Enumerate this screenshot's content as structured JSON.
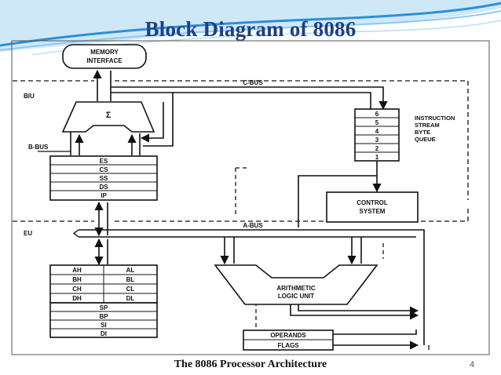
{
  "slide": {
    "title": "Block Diagram of 8086",
    "footer": "The 8086 Processor Architecture",
    "page_number": "4"
  },
  "diagram": {
    "memory_interface": [
      "MEMORY",
      "INTERFACE"
    ],
    "biu_label": "BIU",
    "eu_label": "EU",
    "c_bus_label": "C-BUS",
    "b_bus_label": "B-BUS",
    "a_bus_label": "A-BUS",
    "adder_symbol": "Σ",
    "segment_registers": [
      "ES",
      "CS",
      "SS",
      "DS",
      "IP"
    ],
    "queue_slots": [
      "6",
      "5",
      "4",
      "3",
      "2",
      "1"
    ],
    "queue_label": [
      "INSTRUCTION",
      "STREAM",
      "BYTE",
      "QUEUE"
    ],
    "control_system": [
      "CONTROL",
      "SYSTEM"
    ],
    "general_registers": [
      [
        "AH",
        "AL"
      ],
      [
        "BH",
        "BL"
      ],
      [
        "CH",
        "CL"
      ],
      [
        "DH",
        "DL"
      ]
    ],
    "pointer_registers": [
      "SP",
      "BP",
      "SI",
      "DI"
    ],
    "alu_label": [
      "ARITHMETIC",
      "LOGIC UNIT"
    ],
    "operands_label": "OPERANDS",
    "flags_label": "FLAGS"
  },
  "colors": {
    "title": "#1d3f86",
    "banner_blue": "#2e8fd6",
    "line": "#111111"
  }
}
